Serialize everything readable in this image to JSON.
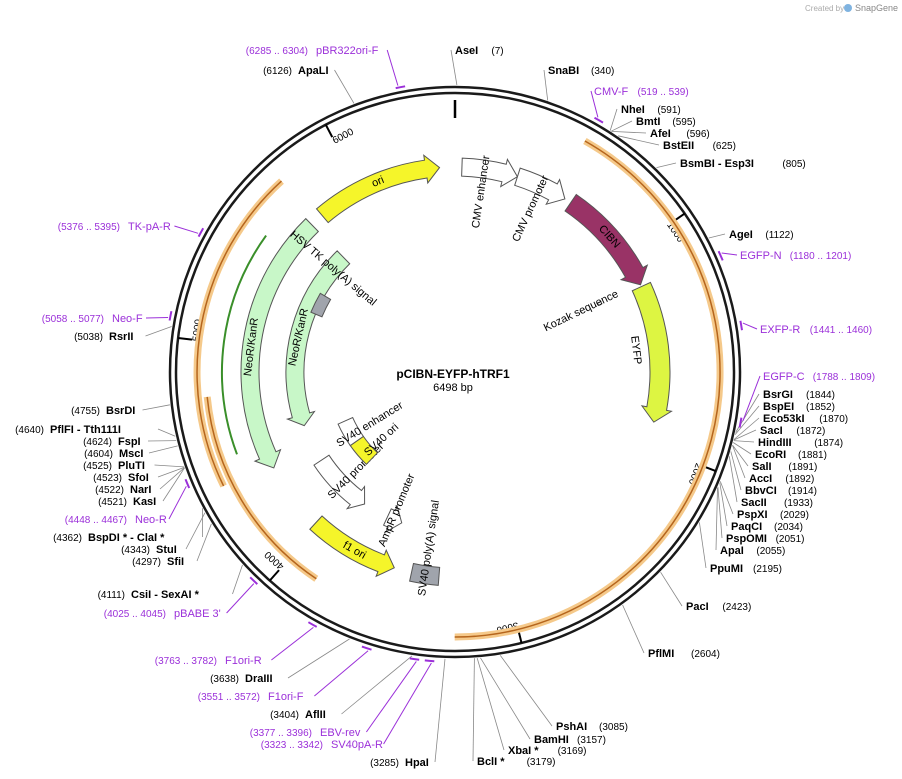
{
  "watermark": {
    "prefix": "Created by",
    "brand": "SnapGene"
  },
  "plasmid": {
    "name": "pCIBN-EYFP-hTRF1",
    "size_label": "6498 bp",
    "total_bp": 6498
  },
  "ticks": [
    {
      "bp": 1000,
      "label": "1000"
    },
    {
      "bp": 2000,
      "label": "2000"
    },
    {
      "bp": 3000,
      "label": "3000"
    },
    {
      "bp": 4000,
      "label": "4000"
    },
    {
      "bp": 5000,
      "label": "5000"
    },
    {
      "bp": 6000,
      "label": "6000"
    }
  ],
  "features": [
    {
      "label": "CMV enhancer",
      "color": "#ffffff",
      "track": "t1"
    },
    {
      "label": "CMV promoter",
      "color": "#ffffff",
      "track": "t1"
    },
    {
      "label": "CIBN",
      "color": "#993366",
      "track": "t1"
    },
    {
      "label": "EYFP",
      "color": "#ddf542",
      "track": "t1"
    },
    {
      "label": "Kozak sequence",
      "color": "#ffffff",
      "track": "t1"
    },
    {
      "label": "SV40 poly(A) signal",
      "color": "#a0a4ac",
      "track": "t1"
    },
    {
      "label": "f1 ori",
      "color": "#f5f52a",
      "track": "t1"
    },
    {
      "label": "AmpR promoter",
      "color": "#ffffff",
      "track": "t2"
    },
    {
      "label": "SV40 promoter",
      "color": "#ffffff",
      "track": "t2"
    },
    {
      "label": "SV40 ori",
      "color": "#f5f52a",
      "track": "t3"
    },
    {
      "label": "SV40 enhancer",
      "color": "#ffffff",
      "track": "t3"
    },
    {
      "label": "NeoR/KanR",
      "color": "#c8f7c8",
      "track": "t2"
    },
    {
      "label": "NeoR/KanR",
      "color": "#c8f7c8",
      "track": "t3"
    },
    {
      "label": "HSV TK poly(A) signal",
      "color": "#a0a4ac",
      "track": "t2"
    },
    {
      "label": "ori",
      "color": "#f5f52a",
      "track": "t1"
    }
  ],
  "sites": [
    {
      "name": "AseI",
      "pos": "(7)"
    },
    {
      "name": "SnaBI",
      "pos": "(340)"
    },
    {
      "name": "NheI",
      "pos": "(591)"
    },
    {
      "name": "BmtI",
      "pos": "(595)"
    },
    {
      "name": "AfeI",
      "pos": "(596)"
    },
    {
      "name": "BstEII",
      "pos": "(625)"
    },
    {
      "name": "BsmBI  - Esp3I",
      "pos": "(805)"
    },
    {
      "name": "AgeI",
      "pos": "(1122)"
    },
    {
      "name": "BsrGI",
      "pos": "(1844)"
    },
    {
      "name": "BspEI",
      "pos": "(1852)"
    },
    {
      "name": "Eco53kI",
      "pos": "(1870)"
    },
    {
      "name": "SacI",
      "pos": "(1872)"
    },
    {
      "name": "HindIII",
      "pos": "(1874)"
    },
    {
      "name": "EcoRI",
      "pos": "(1881)"
    },
    {
      "name": "SalI",
      "pos": "(1891)"
    },
    {
      "name": "AccI",
      "pos": "(1892)"
    },
    {
      "name": "BbvCI",
      "pos": "(1914)"
    },
    {
      "name": "SacII",
      "pos": "(1933)"
    },
    {
      "name": "PspXI",
      "pos": "(2029)"
    },
    {
      "name": "PaqCI",
      "pos": "(2034)"
    },
    {
      "name": "PspOMI",
      "pos": "(2051)"
    },
    {
      "name": "ApaI",
      "pos": "(2055)"
    },
    {
      "name": "PpuMI",
      "pos": "(2195)"
    },
    {
      "name": "PacI",
      "pos": "(2423)"
    },
    {
      "name": "PflMI",
      "pos": "(2604)"
    },
    {
      "name": "PshAI",
      "pos": "(3085)"
    },
    {
      "name": "BamHI",
      "pos": "(3157)"
    },
    {
      "name": "XbaI *",
      "pos": "(3169)"
    },
    {
      "name": "BclI *",
      "pos": "(3179)"
    },
    {
      "name": "HpaI",
      "pos": "(3285)"
    },
    {
      "name": "AflII",
      "pos": "(3404)"
    },
    {
      "name": "DraIII",
      "pos": "(3638)"
    },
    {
      "name": "CsiI  - SexAI *",
      "pos": "(4111)"
    },
    {
      "name": "SfiI",
      "pos": "(4297)"
    },
    {
      "name": "StuI",
      "pos": "(4343)"
    },
    {
      "name": "BspDI *  - ClaI *",
      "pos": "(4362)"
    },
    {
      "name": "KasI",
      "pos": "(4521)"
    },
    {
      "name": "NarI",
      "pos": "(4522)"
    },
    {
      "name": "SfoI",
      "pos": "(4523)"
    },
    {
      "name": "PluTI",
      "pos": "(4525)"
    },
    {
      "name": "MscI",
      "pos": "(4604)"
    },
    {
      "name": "FspI",
      "pos": "(4624)"
    },
    {
      "name": "PflFI  - Tth111I",
      "pos": "(4640)"
    },
    {
      "name": "BsrDI",
      "pos": "(4755)"
    },
    {
      "name": "RsrII",
      "pos": "(5038)"
    },
    {
      "name": "ApaLI",
      "pos": "(6126)"
    }
  ],
  "primers": [
    {
      "name": "pBR322ori-F",
      "range": "(6285 .. 6304)"
    },
    {
      "name": "CMV-F",
      "range": "(519 .. 539)"
    },
    {
      "name": "EGFP-N",
      "range": "(1180 .. 1201)"
    },
    {
      "name": "EXFP-R",
      "range": "(1441 .. 1460)"
    },
    {
      "name": "EGFP-C",
      "range": "(1788 .. 1809)"
    },
    {
      "name": "TK-pA-R",
      "range": "(5376 .. 5395)"
    },
    {
      "name": "Neo-F",
      "range": "(5058 .. 5077)"
    },
    {
      "name": "Neo-R",
      "range": "(4448 .. 4467)"
    },
    {
      "name": "pBABE 3'",
      "range": "(4025 .. 4045)"
    },
    {
      "name": "F1ori-R",
      "range": "(3763 .. 3782)"
    },
    {
      "name": "F1ori-F",
      "range": "(3551 .. 3572)"
    },
    {
      "name": "EBV-rev",
      "range": "(3377 .. 3396)"
    },
    {
      "name": "SV40pA-R",
      "range": "(3323 .. 3342)"
    }
  ],
  "colors": {
    "backbone": "#1a1a1a",
    "primer": "#9b30d9",
    "orf_highlight": "#f5c98a",
    "orf_line": "#b5651d"
  }
}
